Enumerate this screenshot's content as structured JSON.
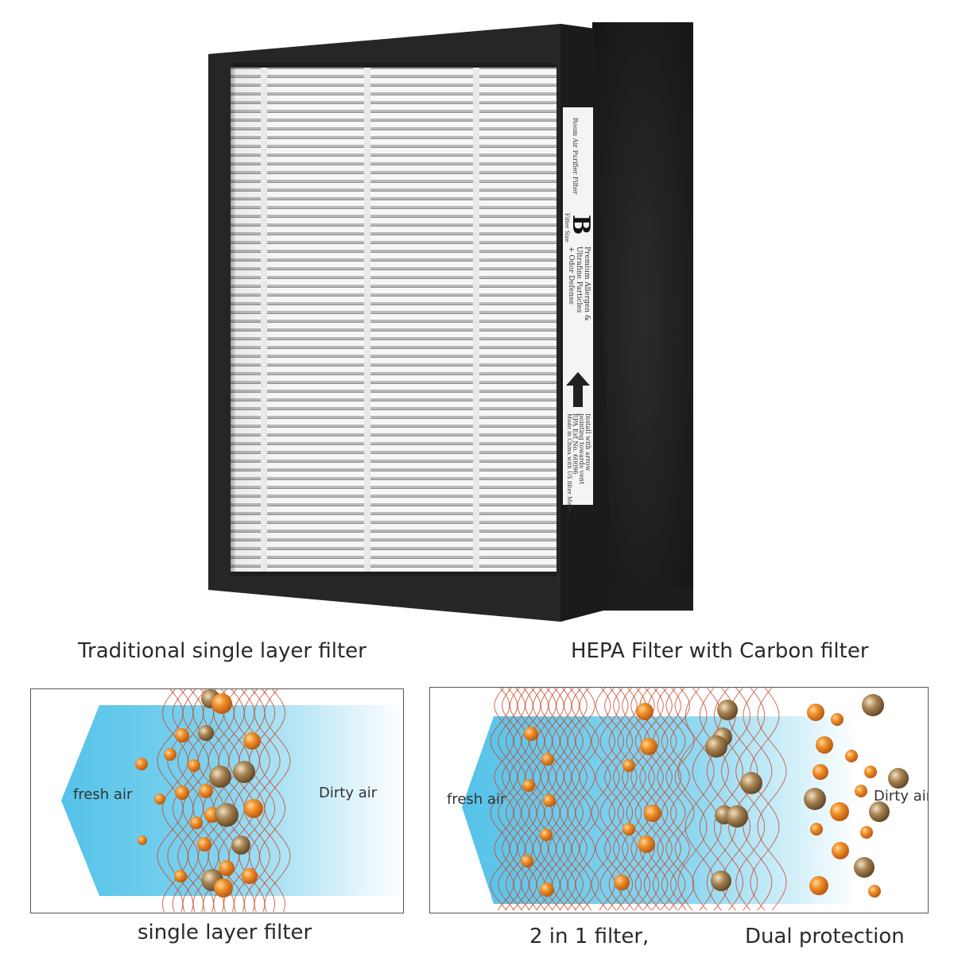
{
  "product": {
    "label_lines": {
      "line1": "Room Air Purifier Filter",
      "size_letter": "B",
      "size_label": "Filter Size",
      "desc1": "Premium Allergen &",
      "desc2": "Ultrafine Particles",
      "desc3": "+ Odor Defense",
      "install1": "Install with arrow",
      "install2": "pointing towards vent",
      "install3": "EPA Est No. 60096",
      "install4": "Made in China with US filter Media"
    }
  },
  "captions": {
    "left_title": "Traditional single layer filter",
    "right_title": "HEPA Filter with Carbon filter",
    "left_bottom": "single layer filter",
    "right_bottom_1": "2  in 1 filter,",
    "right_bottom_2": "Dual protection"
  },
  "left_panel": {
    "fresh": "fresh air",
    "dirty": "Dirty air"
  },
  "right_panel": {
    "fresh": "fresh air",
    "dirty": "Dirty air"
  },
  "colors": {
    "air": "#5ec8ea",
    "fiber": "#c9462a",
    "orange_ball": "#e8821e",
    "brown_ball": "#8a6a3e",
    "frame": "#2a2a2a"
  }
}
